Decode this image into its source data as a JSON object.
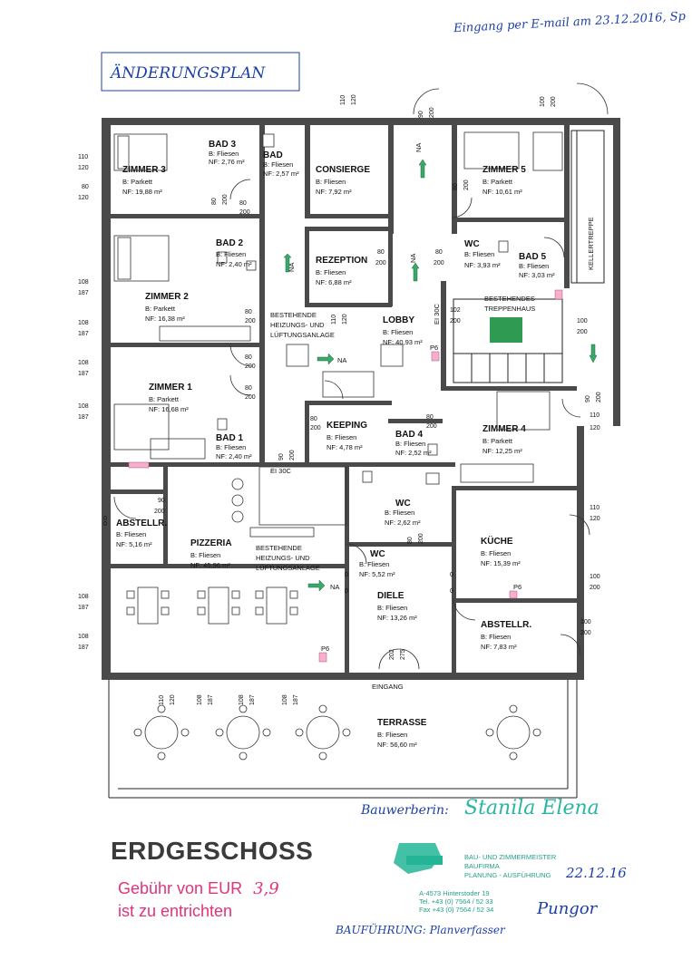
{
  "header": {
    "receipt_note": "Eingang per E-mail am 23.12.2016, Sp",
    "plan_label": "ÄNDERUNGSPLAN"
  },
  "rooms": [
    {
      "id": "zimmer3",
      "name": "ZIMMER 3",
      "mat": "B: Parkett",
      "area": "NF: 19,88 m²"
    },
    {
      "id": "bad3",
      "name": "BAD 3",
      "mat": "B: Fliesen",
      "area": "NF: 2,76 m²"
    },
    {
      "id": "bad0",
      "name": "BAD",
      "mat": "B: Fliesen",
      "area": "NF: 2,57 m²"
    },
    {
      "id": "consierge",
      "name": "CONSIERGE",
      "mat": "B: Fliesen",
      "area": "NF: 7,92 m²"
    },
    {
      "id": "zimmer5",
      "name": "ZIMMER 5",
      "mat": "B: Parkett",
      "area": "NF: 10,61 m²"
    },
    {
      "id": "bad2",
      "name": "BAD 2",
      "mat": "B: Fliesen",
      "area": "NF: 2,40 m²"
    },
    {
      "id": "rezeption",
      "name": "REZEPTION",
      "mat": "B: Fliesen",
      "area": "NF: 6,88 m²"
    },
    {
      "id": "wc1",
      "name": "WC",
      "mat": "B: Fliesen",
      "area": "NF: 3,93 m²"
    },
    {
      "id": "bad5",
      "name": "BAD 5",
      "mat": "B: Fliesen",
      "area": "NF: 3,03 m²"
    },
    {
      "id": "zimmer2",
      "name": "ZIMMER 2",
      "mat": "B: Parkett",
      "area": "NF: 16,38 m²"
    },
    {
      "id": "lobby",
      "name": "LOBBY",
      "mat": "B: Fliesen",
      "area": "NF: 40,93 m²"
    },
    {
      "id": "zimmer1",
      "name": "ZIMMER 1",
      "mat": "B: Parkett",
      "area": "NF: 16,68 m²"
    },
    {
      "id": "keeping",
      "name": "KEEPING",
      "mat": "B: Fliesen",
      "area": "NF: 4,78 m²"
    },
    {
      "id": "bad1",
      "name": "BAD 1",
      "mat": "B: Fliesen",
      "area": "NF: 2,40 m²"
    },
    {
      "id": "bad4",
      "name": "BAD 4",
      "mat": "B: Fliesen",
      "area": "NF: 2,52 m²"
    },
    {
      "id": "zimmer4",
      "name": "ZIMMER 4",
      "mat": "B: Parkett",
      "area": "NF: 12,25 m²"
    },
    {
      "id": "abstellr1",
      "name": "ABSTELLR.",
      "mat": "B: Fliesen",
      "area": "NF: 5,16 m²"
    },
    {
      "id": "pizzeria",
      "name": "PIZZERIA",
      "mat": "B: Fliesen",
      "area": "NF: 45,96 m²"
    },
    {
      "id": "wc2",
      "name": "WC",
      "mat": "B: Fliesen",
      "area": "NF: 2,62 m²"
    },
    {
      "id": "wc3",
      "name": "WC",
      "mat": "B: Fliesen",
      "area": "NF: 5,52 m²"
    },
    {
      "id": "kueche",
      "name": "KÜCHE",
      "mat": "B: Fliesen",
      "area": "NF: 15,39 m²"
    },
    {
      "id": "diele",
      "name": "DIELE",
      "mat": "B: Fliesen",
      "area": "NF: 13,26 m²"
    },
    {
      "id": "abstellr2",
      "name": "ABSTELLR.",
      "mat": "B: Fliesen",
      "area": "NF: 7,83 m²"
    },
    {
      "id": "terrasse",
      "name": "TERRASSE",
      "mat": "B: Fliesen",
      "area": "NF: 56,60 m²"
    }
  ],
  "labels": {
    "hvac_upper_1": "BESTEHENDE",
    "hvac_upper_2": "HEIZUNGS- UND",
    "hvac_upper_3": "LÜFTUNGSANLAGE",
    "hvac_lower_1": "BESTEHENDE",
    "hvac_lower_2": "HEIZUNGS- UND",
    "hvac_lower_3": "LÜFTUNGSANLAGE",
    "stair_1": "BESTEHENDES",
    "stair_2": "TREPPENHAUS",
    "kellertreppe": "KELLERTREPPE",
    "eingang": "EINGANG",
    "na": "NA",
    "ei30c": "EI 30C",
    "p6": "P6"
  },
  "dims": {
    "d110": "110",
    "d120": "120",
    "d80": "80",
    "d90": "90",
    "d200": "200",
    "d108": "108",
    "d187": "187",
    "d100": "100",
    "d0": "0",
    "d102": "102",
    "d202": "202",
    "d275": "275"
  },
  "footer": {
    "title": "ERDGESCHOSS",
    "fee_line1": "Gebühr von EUR",
    "fee_amount": "3,9",
    "fee_line2": "ist zu entrichten",
    "bauwerber_label": "Bauwerberin:",
    "bauwerber_sig": "Stanila Elena",
    "date": "22.12.16",
    "bauführung": "BAUFÜHRUNG: Planverfasser",
    "planner_sig": "Pungor",
    "stamp_1": "BAU- UND ZIMMERMEISTER",
    "stamp_2": "BAUFIRMA",
    "stamp_3": "PLANUNG - AUSFÜHRUNG",
    "stamp_4": "A-4573 Hinterstoder 19",
    "stamp_5": "Tel. +43 (0) 7564 / 52 33",
    "stamp_6": "Fax +43 (0) 7564 / 52 34"
  },
  "colors": {
    "ink": "#1b3fa8",
    "fee": "#e0337a",
    "stamp": "#1aa88a",
    "arrow": "#3aa86a"
  }
}
